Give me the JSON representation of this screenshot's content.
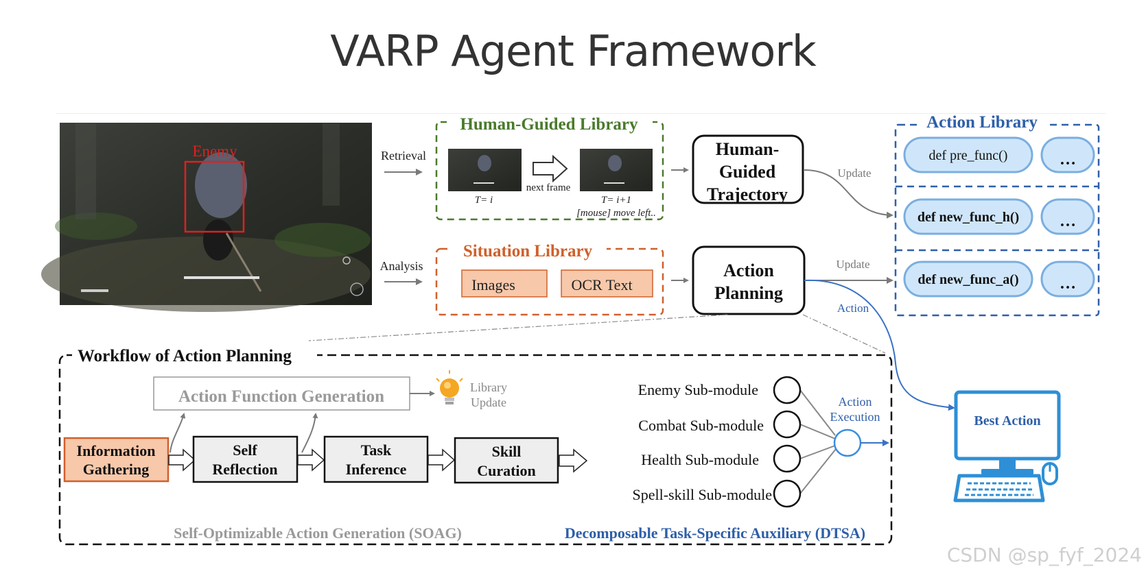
{
  "title": "VARP Agent Framework",
  "game_screenshot": {
    "label": "Enemy"
  },
  "edges": {
    "retrieval": "Retrieval",
    "analysis": "Analysis",
    "update1": "Update",
    "update2": "Update",
    "action": "Action"
  },
  "human_guided_library": {
    "title": "Human-Guided Library",
    "frame_a": "T= i",
    "next_frame": "next frame",
    "frame_b": "T= i+1",
    "frame_b_note": "[mouse] move left.."
  },
  "situation_library": {
    "title": "Situation Library",
    "images": "Images",
    "ocr": "OCR Text"
  },
  "human_guided_trajectory": {
    "line1": "Human-",
    "line2": "Guided",
    "line3": "Trajectory"
  },
  "action_planning": {
    "line1": "Action",
    "line2": "Planning"
  },
  "action_library": {
    "title": "Action Library",
    "rows": [
      {
        "func": "def pre_func()",
        "more": "…"
      },
      {
        "func": "def new_func_h()",
        "more": "…"
      },
      {
        "func": "def new_func_a()",
        "more": "…"
      }
    ]
  },
  "workflow": {
    "title": "Workflow of Action Planning",
    "afg": "Action Function Generation",
    "library_update": {
      "line1": "Library",
      "line2": "Update"
    },
    "steps": [
      {
        "line1": "Information",
        "line2": "Gathering"
      },
      {
        "line1": "Self",
        "line2": "Reflection"
      },
      {
        "line1": "Task",
        "line2": "Inference"
      },
      {
        "line1": "Skill",
        "line2": "Curation"
      }
    ],
    "soag": "Self-Optimizable Action Generation (SOAG)",
    "submodules": [
      "Enemy Sub-module",
      "Combat Sub-module",
      "Health Sub-module",
      "Spell-skill Sub-module"
    ],
    "action_execution": {
      "line1": "Action",
      "line2": "Execution"
    },
    "dtsa": "Decomposable Task-Specific Auxiliary (DTSA)"
  },
  "best_action": "Best Action",
  "watermark": "CSDN @sp_fyf_2024",
  "colors": {
    "green": "#4a7a2c",
    "orange": "#d0602b",
    "blue": "#2e5fa8",
    "light_blue": "#cfe6fa",
    "peach": "#f7c8aa"
  }
}
